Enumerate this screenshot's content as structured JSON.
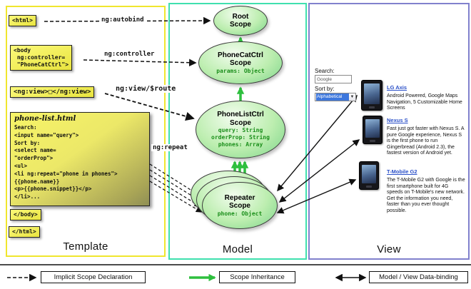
{
  "columns": {
    "template": "Template",
    "model": "Model",
    "view": "View"
  },
  "template": {
    "html_open": "<html>",
    "body_open": "<body\n ng:controller=\n \"PhoneCatCtrl\">",
    "ng_view": "<ng:view>□</ng:view>",
    "phone_list": {
      "title": "phone-list.html",
      "lines": [
        "Search:",
        "<input name=\"query\">",
        "Sort by:",
        "<select name=",
        "\"orderProp\">",
        "<ul>",
        "<li ng:repeat=\"phone in phones\">",
        "{{phone.name}}",
        "<p>{{phone.snippet}}</p>",
        "</li>..."
      ]
    },
    "body_close": "</body>",
    "html_close": "</html>"
  },
  "arrows": {
    "autobind": "ng:autobind",
    "controller": "ng:controller",
    "view_route": "ng:view/$route",
    "repeat": "ng:repeat"
  },
  "model": {
    "root": {
      "title": "Root\nScope"
    },
    "phonecat": {
      "title": "PhoneCatCtrl\nScope",
      "props": [
        "params: Object"
      ]
    },
    "phonelist": {
      "title": "PhoneListCtrl\nScope",
      "props": [
        "query: String",
        "orderProp: String",
        "phones: Array"
      ]
    },
    "repeater": {
      "title": "Repeater\nScope",
      "props": [
        "phone: Object"
      ]
    }
  },
  "view": {
    "search_label": "Search:",
    "search_value": "Google",
    "sort_label": "Sort by:",
    "sort_value": "Alphabetical",
    "phones": [
      {
        "name": "LG Axis",
        "desc": "Android Powered, Google Maps Navigation, 5 Customizable Home Screens"
      },
      {
        "name": "Nexus S",
        "desc": "Fast just got faster with Nexus S. A pure Google experience, Nexus S is the first phone to run Gingerbread (Android 2.3), the fastest version of Android yet."
      },
      {
        "name": "T-Mobile G2",
        "desc": "The T-Mobile G2 with Google is the first smartphone built for 4G speeds on T-Mobile's new network. Get the information you need, faster than you ever thought possible."
      }
    ]
  },
  "legend": {
    "implicit": "Implicit Scope Declaration",
    "inheritance": "Scope Inheritance",
    "binding": "Model / View Data-binding"
  },
  "colors": {
    "template_border": "#f0e62e",
    "model_border": "#3fe0ae",
    "view_border": "#8181cd",
    "inheritance_green": "#2ebf3e",
    "link_blue": "#2b50c8"
  }
}
